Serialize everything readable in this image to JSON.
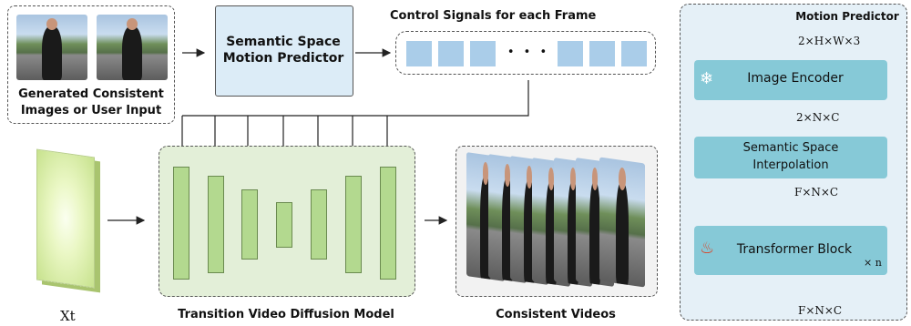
{
  "input": {
    "caption_line1": "Generated Consistent",
    "caption_line2": "Images or User Input"
  },
  "semantic_predictor": {
    "line1": "Semantic Space",
    "line2": "Motion Predictor"
  },
  "control_signals": {
    "title": "Control Signals for each Frame",
    "ellipsis": "• • •"
  },
  "xt_label": "Xt",
  "diffusion_label": "Transition Video Diffusion Model",
  "videos_label": "Consistent Videos",
  "motion_predictor": {
    "title": "Motion Predictor",
    "dim_in": "2×H×W×3",
    "image_encoder": "Image Encoder",
    "dim_encoded": "2×N×C",
    "interp_line1": "Semantic Space",
    "interp_line2": "Interpolation",
    "dim_interp": "F×N×C",
    "transformer": "Transformer Block",
    "repeat": "× n",
    "dim_out": "F×N×C"
  },
  "colors": {
    "predictor_fill": "#dcecf7",
    "cell_fill": "#aacde9",
    "unet_panel": "#e3efd8",
    "unet_bar": "#b3d98f",
    "mp_panel": "#e5f0f7",
    "mp_block": "#86c9d7"
  },
  "icons": [
    "snowflake-icon",
    "flame-icon"
  ]
}
